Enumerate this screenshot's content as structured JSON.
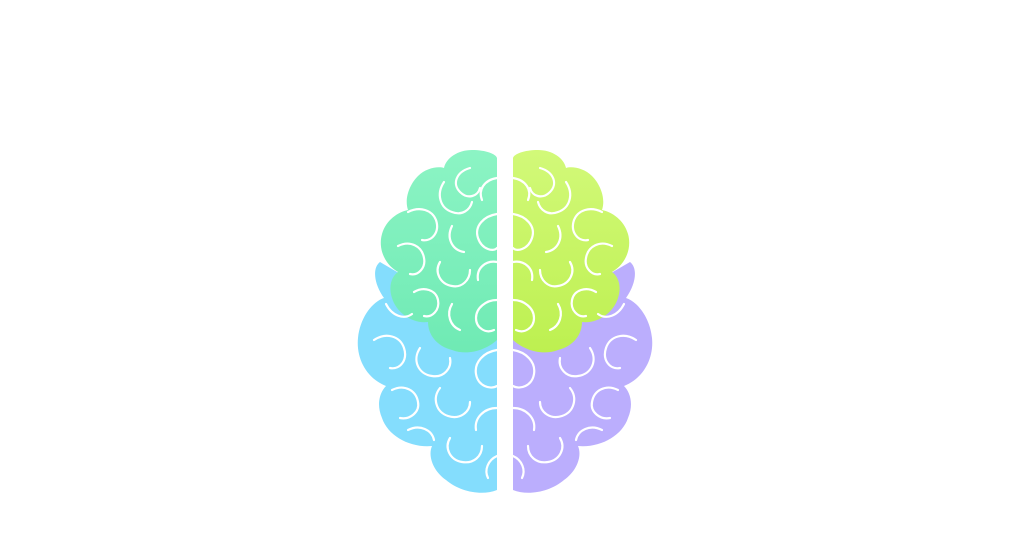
{
  "image": {
    "subject": "brain-illustration",
    "background_color": "#ffffff",
    "fold_line_color": "#ffffff"
  },
  "regions": [
    {
      "id": "left-frontal",
      "color": "#8cf4c4"
    },
    {
      "id": "left-parietal-occipital",
      "color": "#84ddfd"
    },
    {
      "id": "right-frontal",
      "color": "#d2f979"
    },
    {
      "id": "right-parietal-occipital",
      "color": "#bbaefd"
    }
  ]
}
